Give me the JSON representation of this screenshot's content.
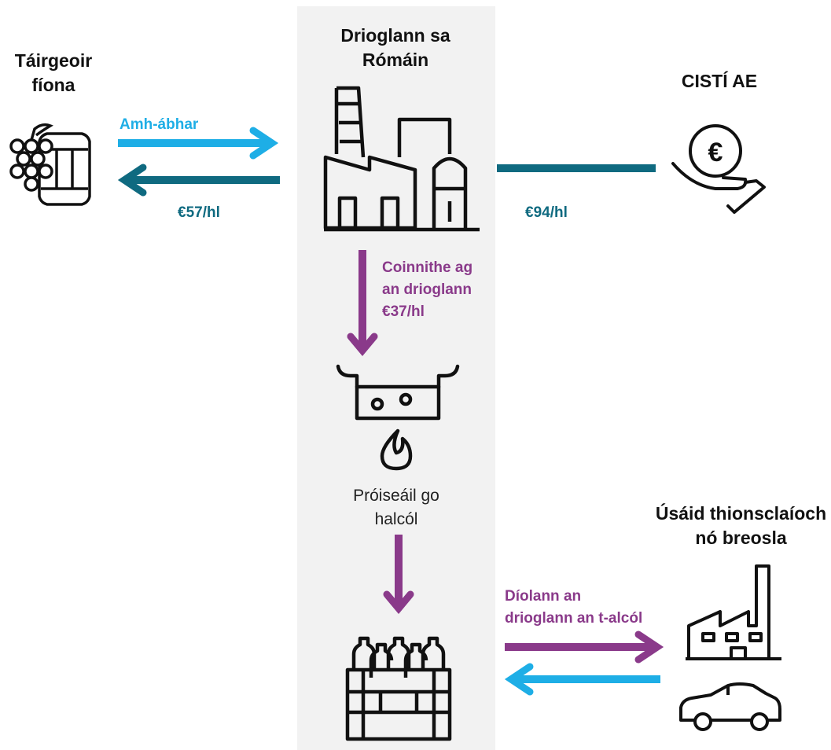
{
  "nodes": {
    "producer": "Táirgeoir fíona",
    "distillery": "Drioglann sa Rómáin",
    "eu_funds": "CISTÍ AE",
    "industrial": "Úsáid thionsclaíoch nó breosla"
  },
  "flows": {
    "raw_material": "Amh-ábhar",
    "price_to_producer": "€57/hl",
    "eu_payment": "€94/hl",
    "retained_line1": "Coinnithe ag",
    "retained_line2": "an drioglann",
    "retained_amount": "€37/hl",
    "process_line1": "Próiseáil go",
    "process_line2": "halcól",
    "sells_line1": "Díolann an",
    "sells_line2": "drioglann an t-alcól"
  },
  "colors": {
    "light_blue": "#1eaee6",
    "teal": "#0f6a80",
    "purple": "#8a3a8a",
    "panel": "#f2f2f2"
  },
  "icons": [
    "grape-barrel-icon",
    "factory-icon",
    "euro-hand-icon",
    "boiling-pot-icon",
    "bottle-crate-icon",
    "industrial-factory-icon",
    "car-icon"
  ]
}
